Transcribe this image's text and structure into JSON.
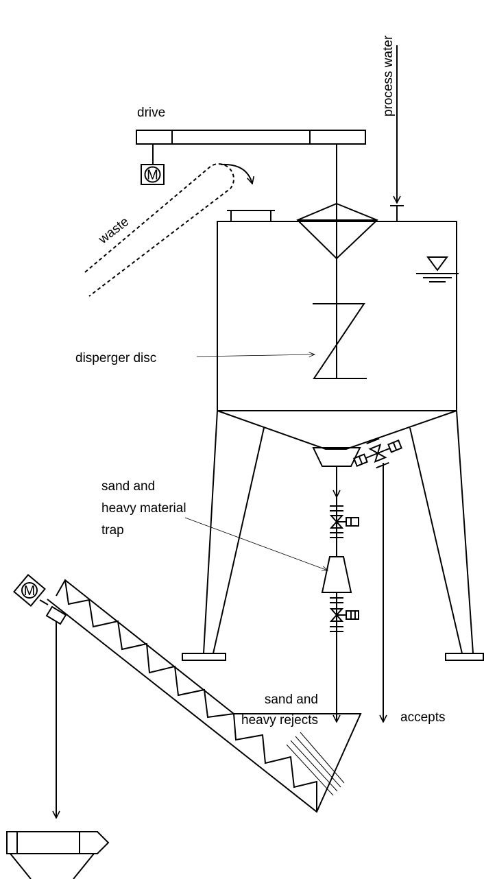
{
  "labels": {
    "drive": "drive",
    "process_water": "process water",
    "waste": "waste",
    "disperger_disc": "disperger disc",
    "trap_line1": "sand and",
    "trap_line2": "heavy material",
    "trap_line3": "trap",
    "rejects_line1": "sand and",
    "rejects_line2": "heavy rejects",
    "accepts": "accepts",
    "motor_symbol": "M"
  },
  "colors": {
    "line": "#000000",
    "background": "#ffffff"
  }
}
